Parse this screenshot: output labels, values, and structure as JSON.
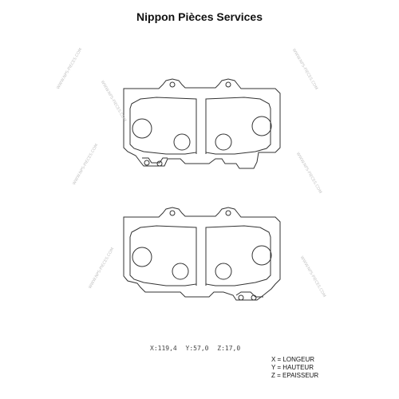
{
  "brand": {
    "title": "Nippon Pièces Services"
  },
  "watermark": {
    "text": "WWW.NPS-PIECES.COM"
  },
  "dimensions": {
    "x": "X:119,4",
    "y": "Y:57,0",
    "z": "Z:17,0"
  },
  "legend": {
    "items": [
      {
        "label": "X = LONGEUR"
      },
      {
        "label": "Y = HAUTEUR"
      },
      {
        "label": "Z = EPAISSEUR"
      }
    ]
  },
  "colors": {
    "line": "#333333",
    "text": "#111111",
    "watermark": "#c4c4c4"
  }
}
